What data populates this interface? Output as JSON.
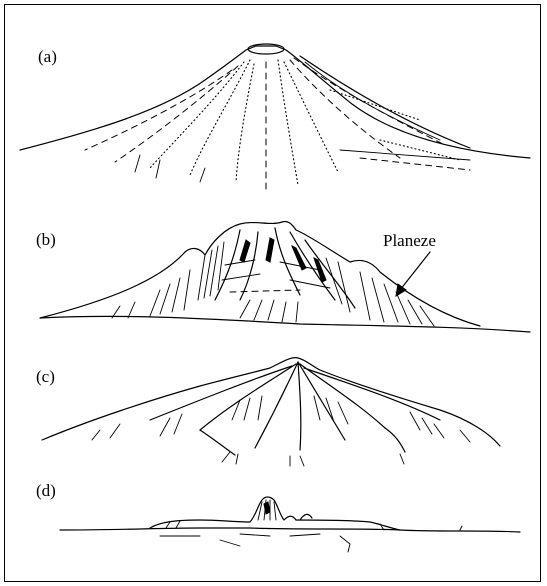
{
  "panels": [
    {
      "label": "(a)"
    },
    {
      "label": "(b)"
    },
    {
      "label": "(c)"
    },
    {
      "label": "(d)"
    }
  ],
  "annotations": {
    "planeze": "Planeze"
  },
  "colors": {
    "ink": "#000000",
    "background": "#ffffff"
  }
}
